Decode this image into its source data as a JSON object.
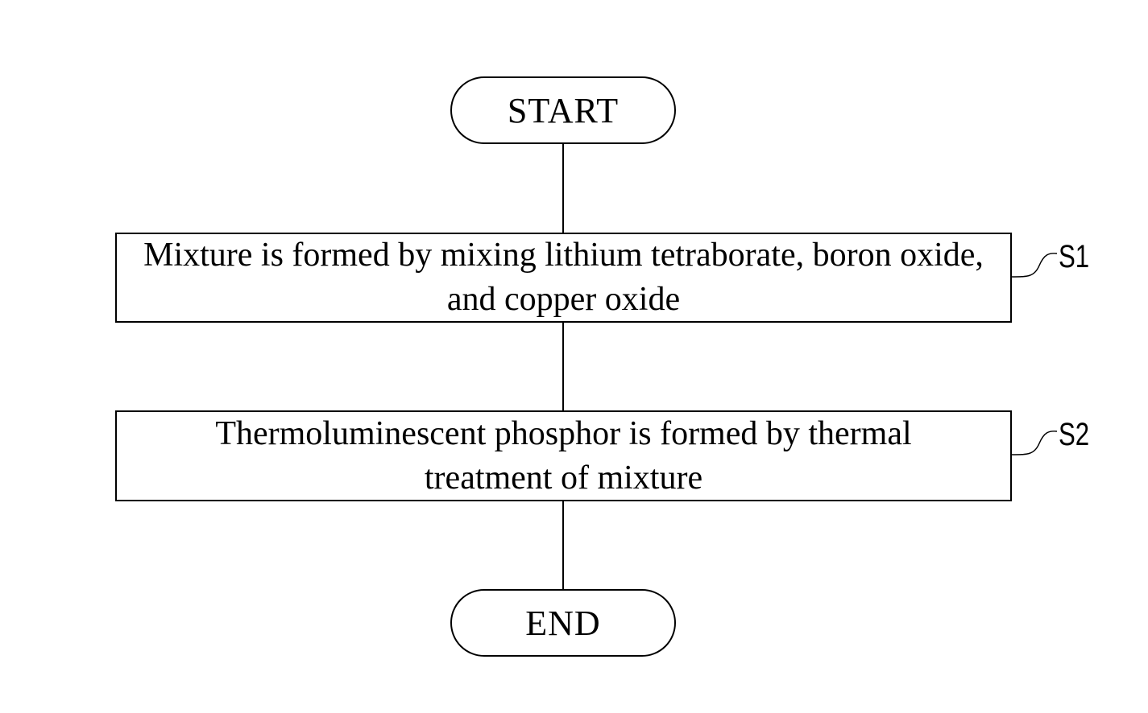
{
  "flowchart": {
    "start_label": "START",
    "end_label": "END",
    "steps": [
      {
        "id": "S1",
        "text": "Mixture is formed by mixing lithium tetraborate, boron oxide, and copper oxide"
      },
      {
        "id": "S2",
        "text": "Thermoluminescent phosphor is formed by thermal treatment of mixture"
      }
    ]
  }
}
